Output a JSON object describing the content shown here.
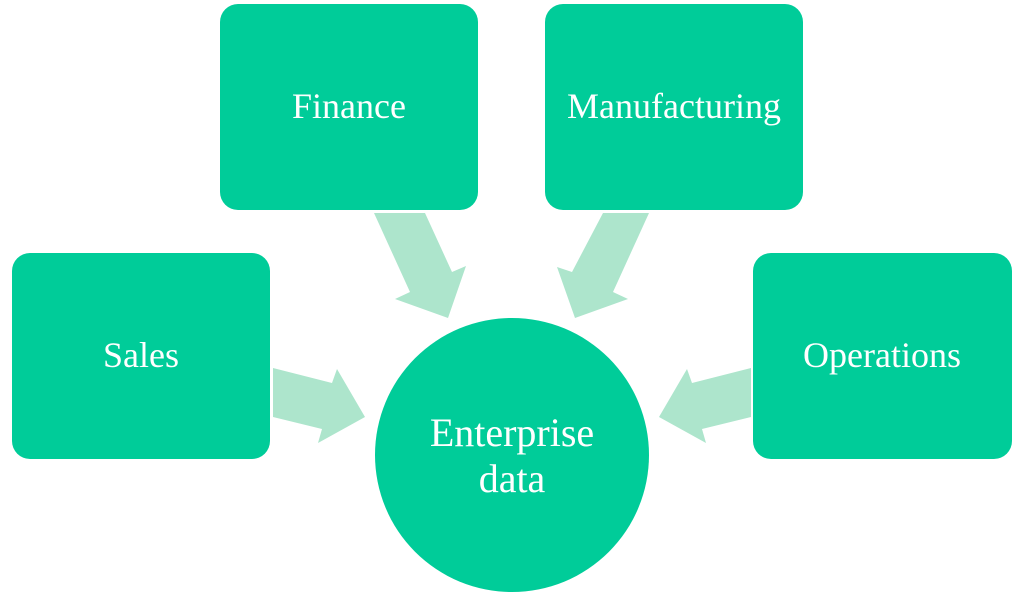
{
  "colors": {
    "node": "#00cc99",
    "arrow": "#ade5cc",
    "text": "#ffffff"
  },
  "center": {
    "line1": "Enterprise",
    "line2": "data"
  },
  "nodes": {
    "finance": "Finance",
    "manufacturing": "Manufacturing",
    "sales": "Sales",
    "operations": "Operations"
  }
}
